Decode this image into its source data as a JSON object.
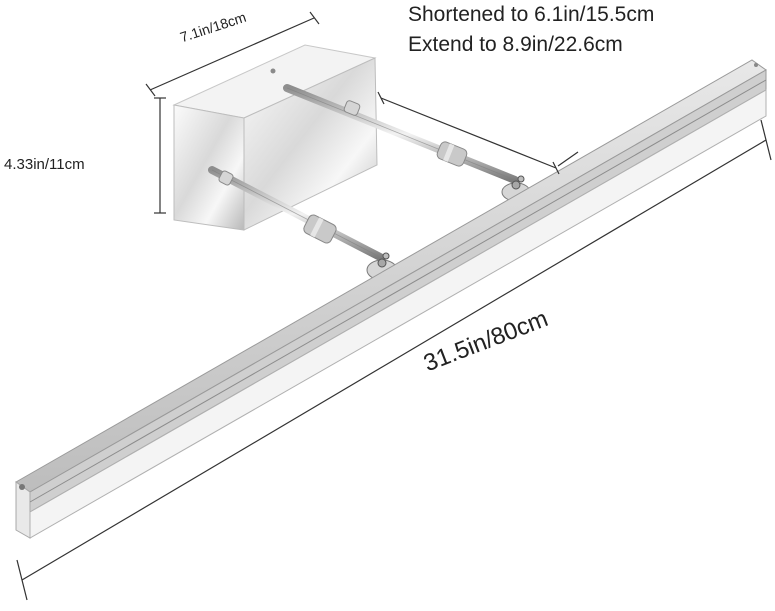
{
  "dimensions": {
    "extension_shortened": "Shortened to 6.1in/15.5cm",
    "extension_extended": "Extend to 8.9in/22.6cm",
    "base_width": "7.1in/18cm",
    "base_height": "4.33in/11cm",
    "bar_length": "31.5in/80cm"
  },
  "colors": {
    "line": "#333333",
    "chrome_light": "#f4f4f4",
    "chrome_dark": "#9a9a9a",
    "diffuser": "#f2f2f2"
  }
}
